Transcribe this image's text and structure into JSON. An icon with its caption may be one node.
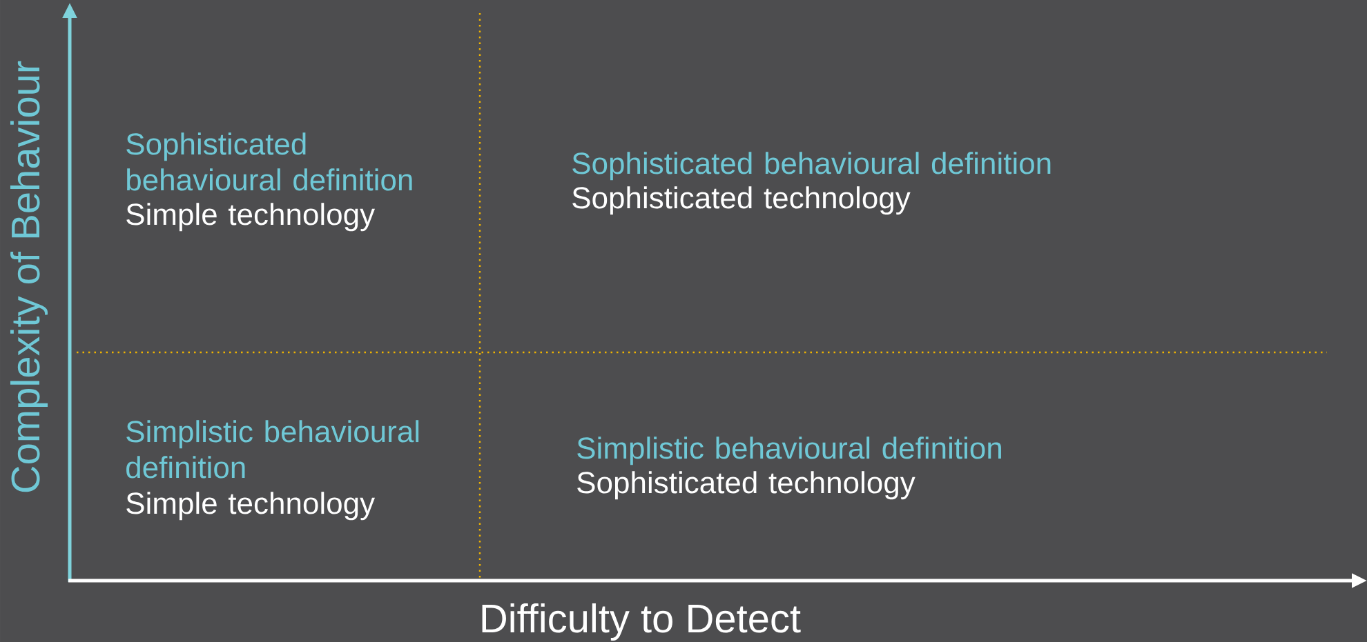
{
  "diagram": {
    "labels": [
      "Complexity of Behaviour",
      "Sophisticated behavioural definition",
      "Simple technology",
      "Sophisticated behavioural definition",
      "Sophisticated  technology",
      "Simplistic behavioural definition",
      "Simple technology",
      "Simplistic behavioural definition",
      "Sophisticated technology",
      "Difficulty to Detect"
    ]
  }
}
